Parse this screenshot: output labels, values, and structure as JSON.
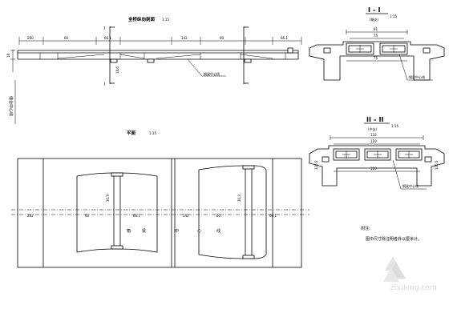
{
  "elevation": {
    "title": "全桥纵向剖面",
    "scale": "1:15",
    "dims": [
      "260",
      "60",
      "66.1",
      "142",
      "60",
      "66.1"
    ],
    "section_mark": "I",
    "side_label": "墩台中心线",
    "centerline_note": "钢梁中心线"
  },
  "plan": {
    "title": "平面",
    "scale": "1:15",
    "dims": [
      "262",
      "60",
      "66.1",
      "142",
      "60",
      "66.1"
    ],
    "centerline_text": [
      "箱",
      "梁",
      "中",
      "心",
      "线"
    ]
  },
  "section_top": {
    "title": "I – I",
    "subtitle": "(端支)",
    "scale": "1:15",
    "dims": [
      "81",
      "75",
      "75"
    ],
    "note": "钢梁中心线"
  },
  "section_bottom": {
    "title": "II – II",
    "subtitle": "(中支)",
    "scale": "1:15",
    "dims": [
      "133",
      "110",
      "110"
    ],
    "note": "钢梁中心线"
  },
  "notes": {
    "heading": "附注:",
    "line1": "图中尺寸除注明者外以厘米计。"
  },
  "watermark": {
    "site": "zhulong.com"
  }
}
